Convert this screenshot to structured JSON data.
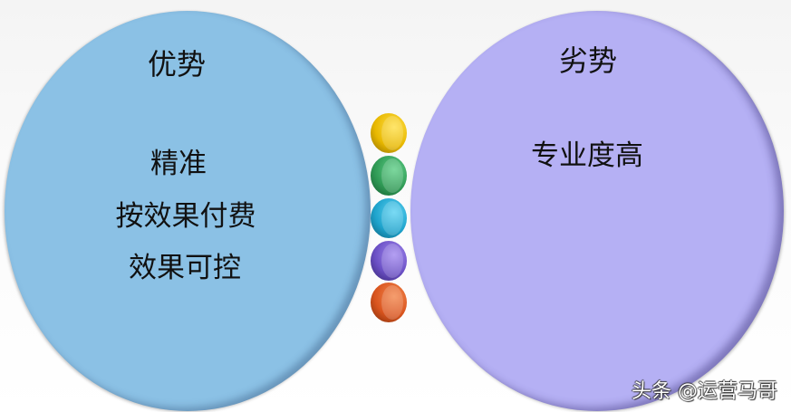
{
  "left": {
    "title": "优势",
    "color": "#8bc1e5",
    "items": [
      "精准",
      "按效果付费",
      "效果可控"
    ]
  },
  "right": {
    "title": "劣势",
    "color": "#b5b0f4",
    "items": [
      "专业度高"
    ]
  },
  "spheres": [
    {
      "name": "yellow",
      "color": "#e8b800"
    },
    {
      "name": "green",
      "color": "#2f9a55"
    },
    {
      "name": "cyan",
      "color": "#1ea3cc"
    },
    {
      "name": "purple",
      "color": "#6a4fc4"
    },
    {
      "name": "orange",
      "color": "#d9541e"
    }
  ],
  "watermark": "头条 @运营马哥"
}
